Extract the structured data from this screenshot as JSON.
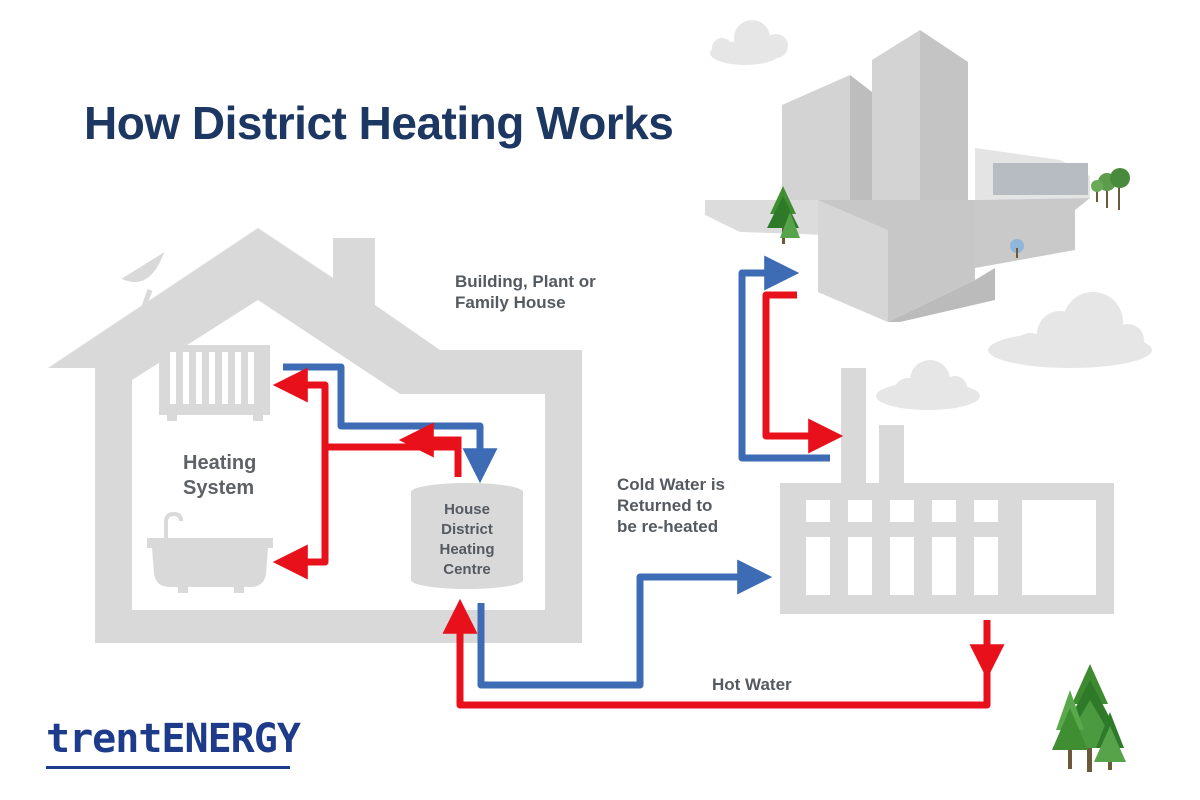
{
  "title": "How District Heating Works",
  "labels": {
    "building": [
      "Building, Plant or",
      "Family House"
    ],
    "heating_system": [
      "Heating",
      "System"
    ],
    "house_centre": [
      "House",
      "District",
      "Heating",
      "Centre"
    ],
    "cold_water": [
      "Cold Water is",
      "Returned to",
      "be re-heated"
    ],
    "hot_water": "Hot Water"
  },
  "logo": "trentENERGY",
  "colors": {
    "hot_pipe": "#e8101a",
    "cold_pipe": "#3d6cb5",
    "building_gray": "#d9d9d9",
    "title": "#1d3763",
    "logo": "#1e3a8a"
  }
}
